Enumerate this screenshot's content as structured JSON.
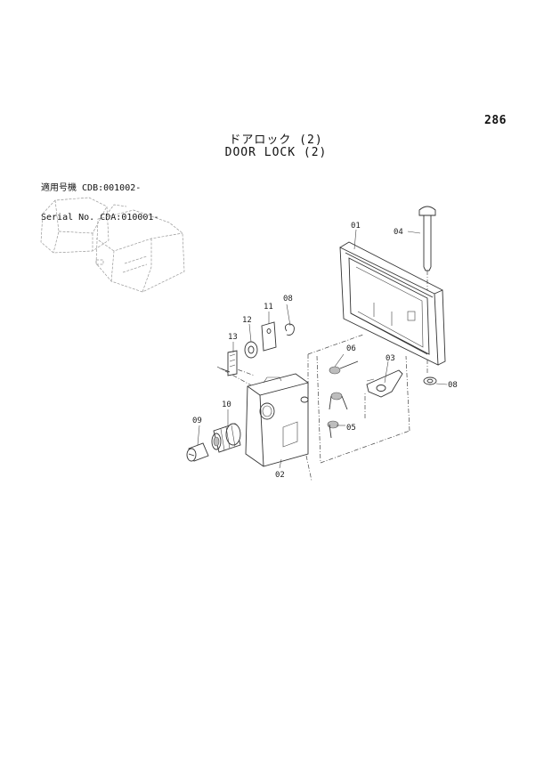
{
  "page_number": "286",
  "title_jp": "ドアロック (2)",
  "title_en": "DOOR LOCK (2)",
  "applicability": [
    {
      "label": "適用号機",
      "value": "CDB:001002-"
    },
    {
      "label": "Serial No.",
      "value": "CDA:010001-"
    }
  ],
  "callouts": {
    "p01": "01",
    "p02": "02",
    "p03": "03",
    "p04": "04",
    "p05": "05",
    "p06": "06",
    "p08a": "08",
    "p08b": "08",
    "p09": "09",
    "p10": "10",
    "p11": "11",
    "p12": "12",
    "p13": "13"
  },
  "icons": {
    "machine": "excavator-cab-thumbnail"
  }
}
